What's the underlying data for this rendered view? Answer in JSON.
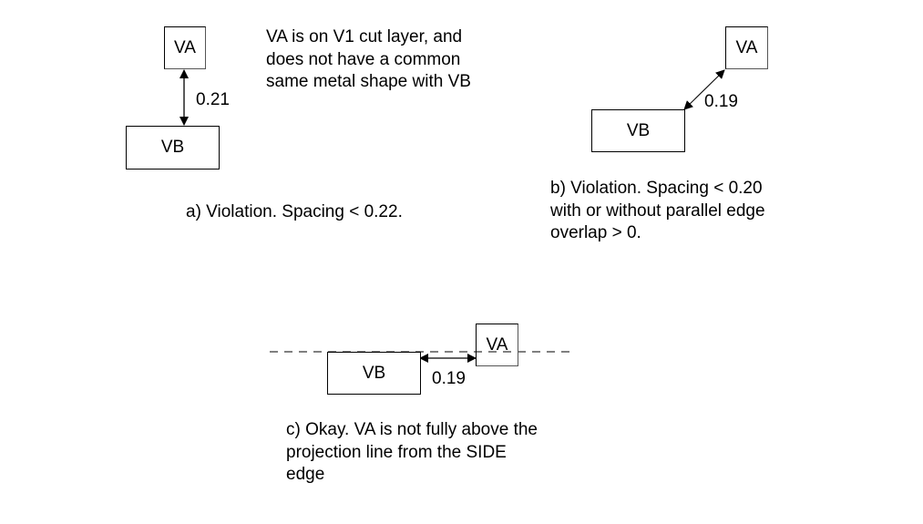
{
  "diagram_a": {
    "box_top": "VA",
    "box_bottom": "VB",
    "spacing_label": "0.21",
    "note_lines": [
      "VA is on V1 cut layer, and",
      "does not have a common",
      "same metal shape with VB"
    ],
    "caption": "a) Violation. Spacing < 0.22."
  },
  "diagram_b": {
    "box_top": "VA",
    "box_bottom": "VB",
    "spacing_label": "0.19",
    "caption_lines": [
      "b) Violation. Spacing < 0.20",
      "with or without parallel edge",
      "overlap > 0."
    ]
  },
  "diagram_c": {
    "box_right": "VA",
    "box_left": "VB",
    "spacing_label": "0.19",
    "caption_lines": [
      "c) Okay. VA is not fully above the",
      "projection line from the SIDE",
      "edge"
    ]
  }
}
